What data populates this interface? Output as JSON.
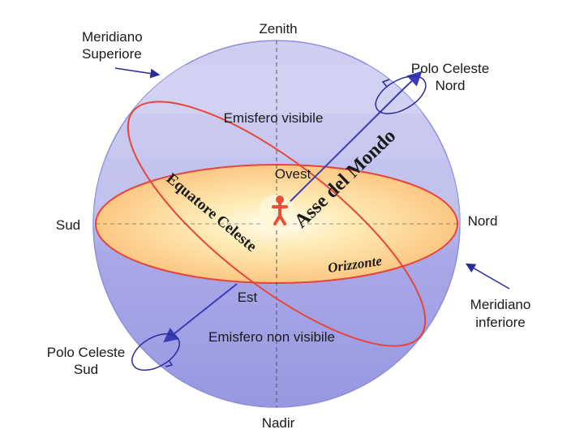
{
  "labels": {
    "zenith": "Zenith",
    "nadir": "Nadir",
    "meridiano_superiore_1": "Meridiano",
    "meridiano_superiore_2": "Superiore",
    "polo_nord_1": "Polo Celeste",
    "polo_nord_2": "Nord",
    "polo_sud_1": "Polo Celeste",
    "polo_sud_2": "Sud",
    "emisfero_visibile": "Emisfero visibile",
    "emisfero_non_visibile": "Emisfero non visibile",
    "ovest": "Ovest",
    "est": "Est",
    "sud": "Sud",
    "nord": "Nord",
    "meridiano_inferiore_1": "Meridiano",
    "meridiano_inferiore_2": "inferiore",
    "asse_del_mondo": "Asse del Mondo",
    "equatore_celeste": "Equatore Celeste",
    "orizzonte": "Orizzonte"
  },
  "colors": {
    "sphere_upper": "#c8c8f0",
    "sphere_lower": "#9f9fe6",
    "sphere_band": "#b9b9ec",
    "horizon_fill": "#ffd08a",
    "horizon_center": "#fffbe8",
    "equator_line": "#e8453a",
    "axis_line": "#4a4ad0",
    "observer": "#e8503a"
  }
}
